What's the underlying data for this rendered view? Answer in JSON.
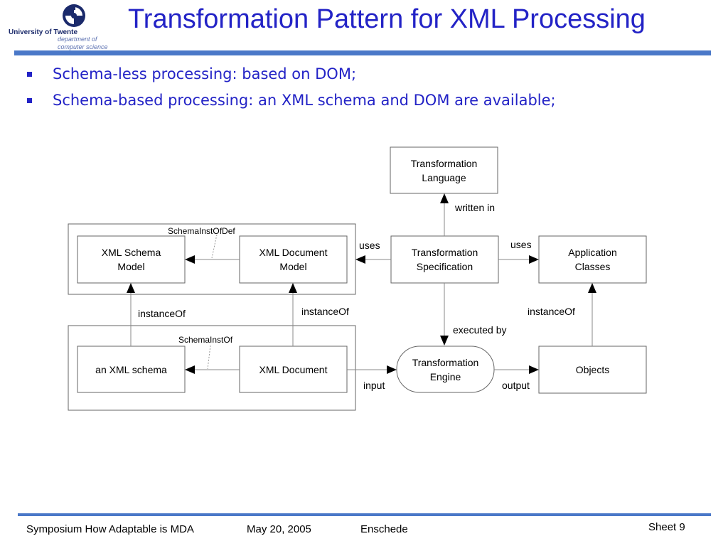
{
  "header": {
    "title": "Transformation Pattern for XML Processing",
    "logo": {
      "name": "University of Twente",
      "dept_line1": "department of",
      "dept_line2": "computer science",
      "icon": "university-of-twente-logo"
    }
  },
  "bullets": [
    "Schema-less processing: based on DOM;",
    "Schema-based processing: an XML schema and DOM are available;"
  ],
  "diagram": {
    "boxes": {
      "transformation_language": [
        "Transformation",
        "Language"
      ],
      "xml_schema_model": [
        "XML Schema",
        "Model"
      ],
      "xml_document_model": [
        "XML Document",
        "Model"
      ],
      "transformation_specification": [
        "Transformation",
        "Specification"
      ],
      "application_classes": [
        "Application",
        "Classes"
      ],
      "an_xml_schema": [
        "an XML schema"
      ],
      "xml_document": [
        "XML Document"
      ],
      "transformation_engine": [
        "Transformation",
        "Engine"
      ],
      "objects": [
        "Objects"
      ]
    },
    "labels": {
      "written_in": "written in",
      "schema_inst_of_def": "SchemaInstOfDef",
      "uses_left": "uses",
      "uses_right": "uses",
      "instance_of_left": "instanceOf",
      "instance_of_middle": "instanceOf",
      "instance_of_right": "instanceOf",
      "executed_by": "executed by",
      "schema_inst_of": "SchemaInstOf",
      "input": "input",
      "output": "output"
    }
  },
  "footer": {
    "event": "Symposium How Adaptable is MDA",
    "date": "May 20, 2005",
    "place": "Enschede",
    "sheet": "Sheet 9"
  }
}
